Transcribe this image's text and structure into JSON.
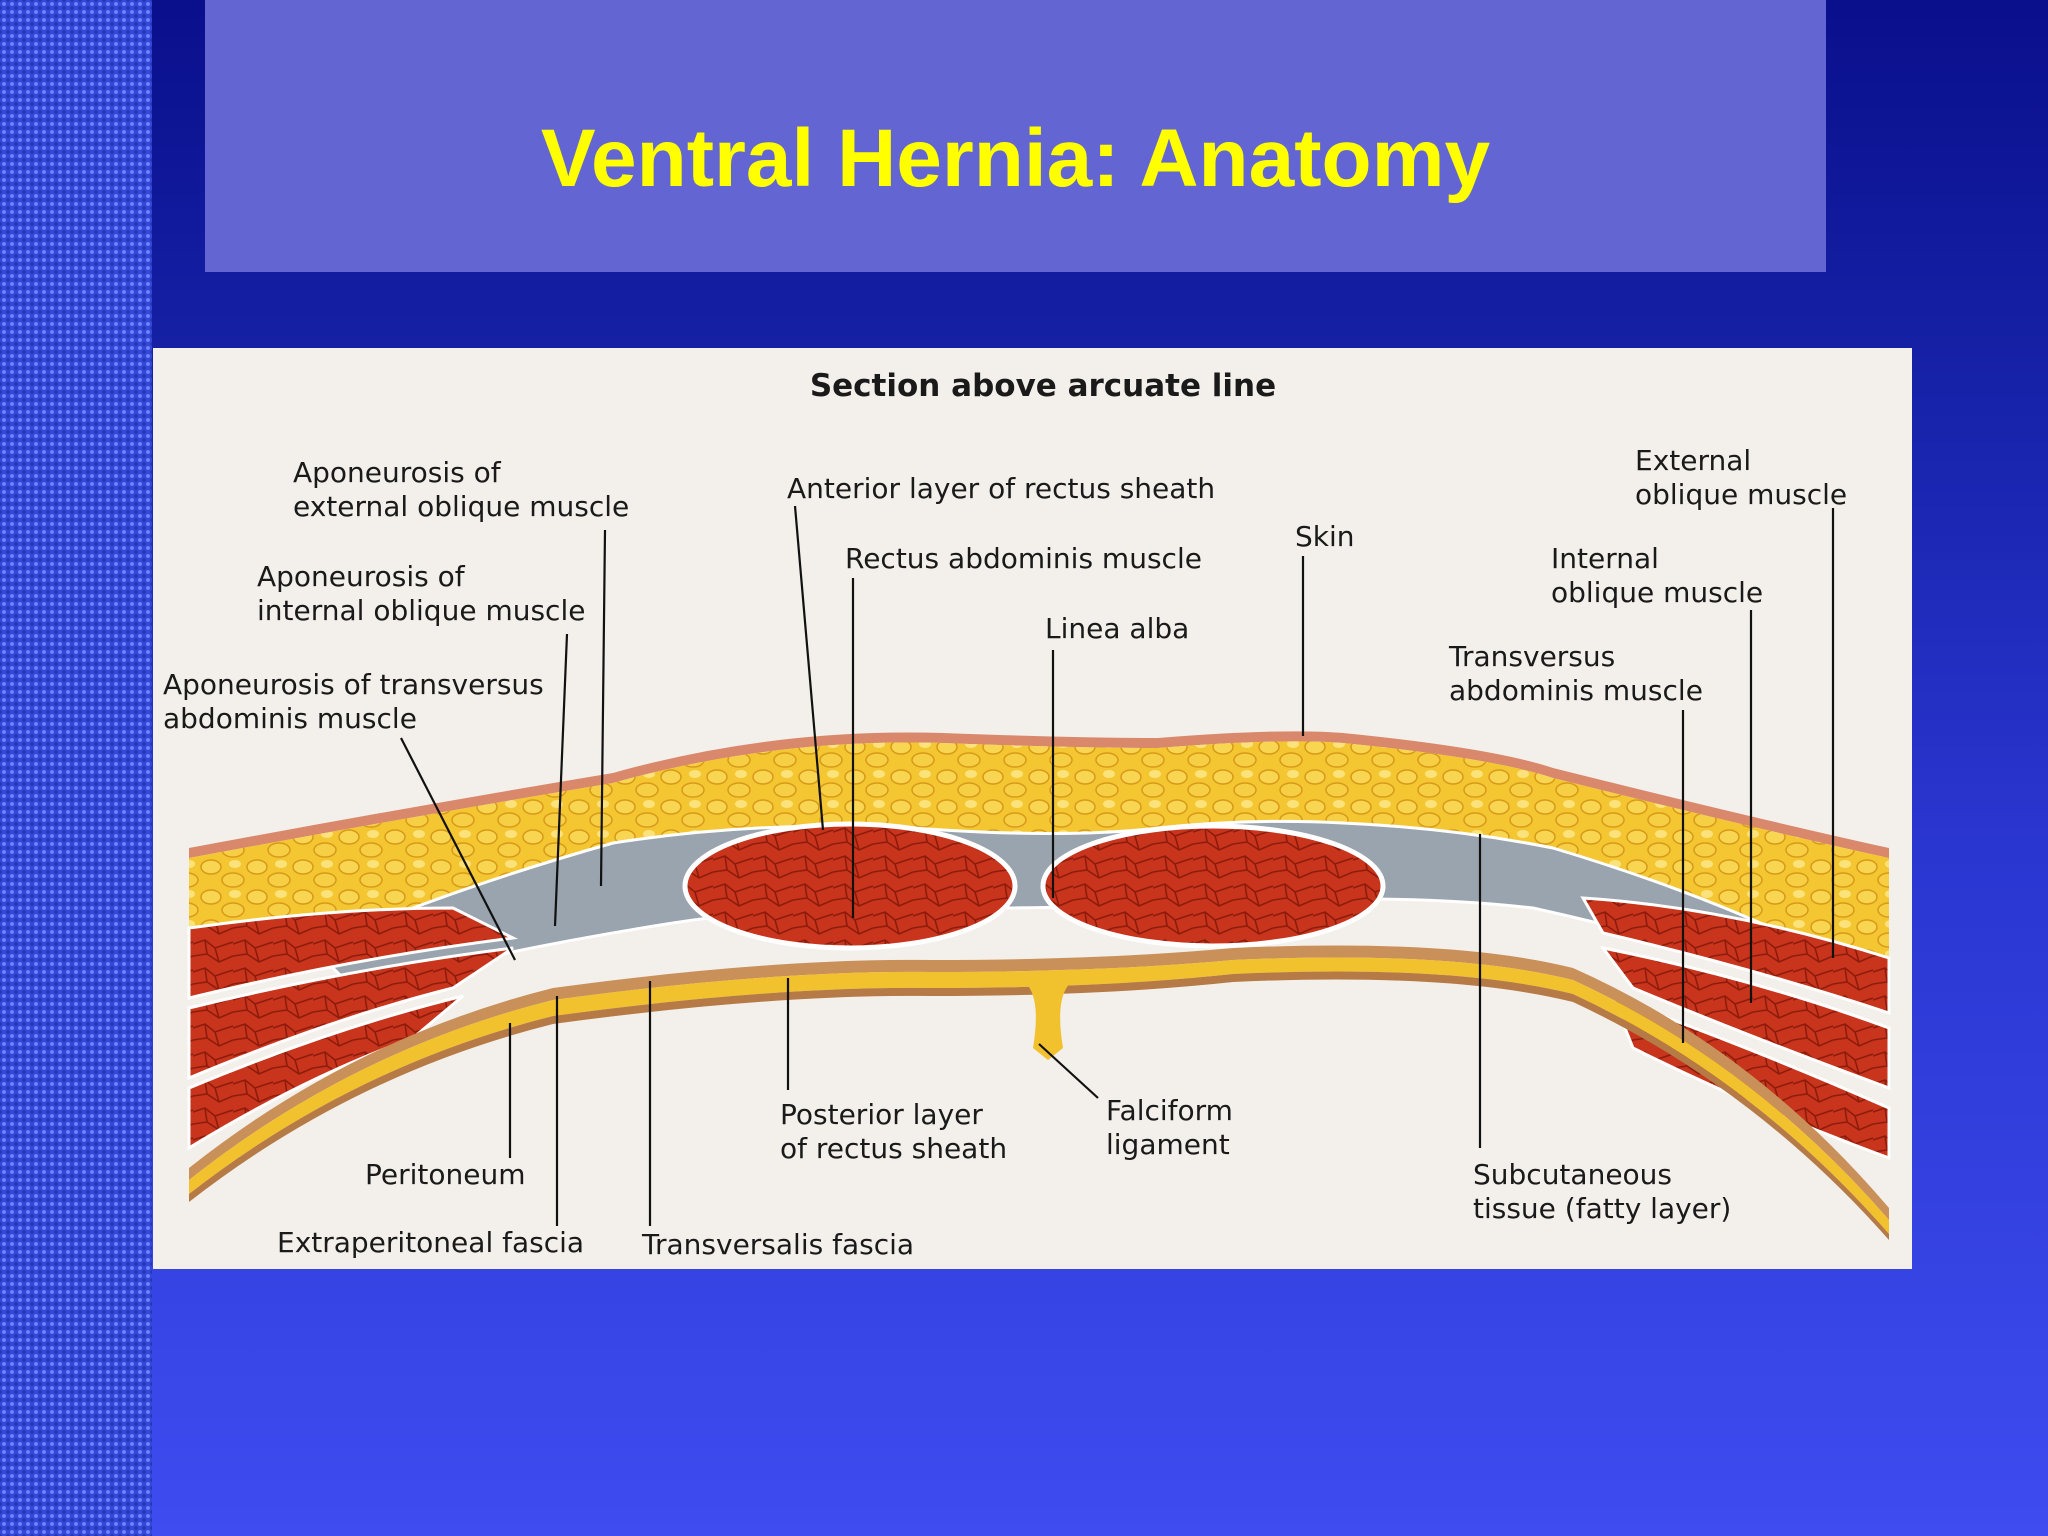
{
  "slide": {
    "title": "Ventral Hernia: Anatomy"
  },
  "figure": {
    "heading": "Section above arcuate line",
    "labels": {
      "apon_ext_1": "Aponeurosis of",
      "apon_ext_2": "external oblique muscle",
      "apon_int_1": "Aponeurosis of",
      "apon_int_2": "internal oblique muscle",
      "apon_trans_1": "Aponeurosis of transversus",
      "apon_trans_2": "abdominis muscle",
      "ant_rectus": "Anterior layer of rectus sheath",
      "rectus": "Rectus abdominis muscle",
      "linea_alba": "Linea alba",
      "skin": "Skin",
      "ext_obl_1": "External",
      "ext_obl_2": "oblique muscle",
      "int_obl_1": "Internal",
      "int_obl_2": "oblique muscle",
      "trans_1": "Transversus",
      "trans_2": "abdominis muscle",
      "peritoneum": "Peritoneum",
      "extraperitoneal": "Extraperitoneal fascia",
      "transversalis": "Transversalis fascia",
      "post_rectus_1": "Posterior layer",
      "post_rectus_2": "of rectus sheath",
      "falciform_1": "Falciform",
      "falciform_2": "ligament",
      "subcut_1": "Subcutaneous",
      "subcut_2": "tissue (fatty layer)"
    }
  },
  "colors": {
    "background_top": "#0a0f8c",
    "background_bottom": "#3e4cf0",
    "title_panel": "#6366d2",
    "title_text": "#ffff00",
    "figure_bg": "#f3efea",
    "fat": "#f2c12e",
    "muscle": "#c8341c",
    "fascia": "#9aa4ae",
    "skin": "#d9886c"
  }
}
